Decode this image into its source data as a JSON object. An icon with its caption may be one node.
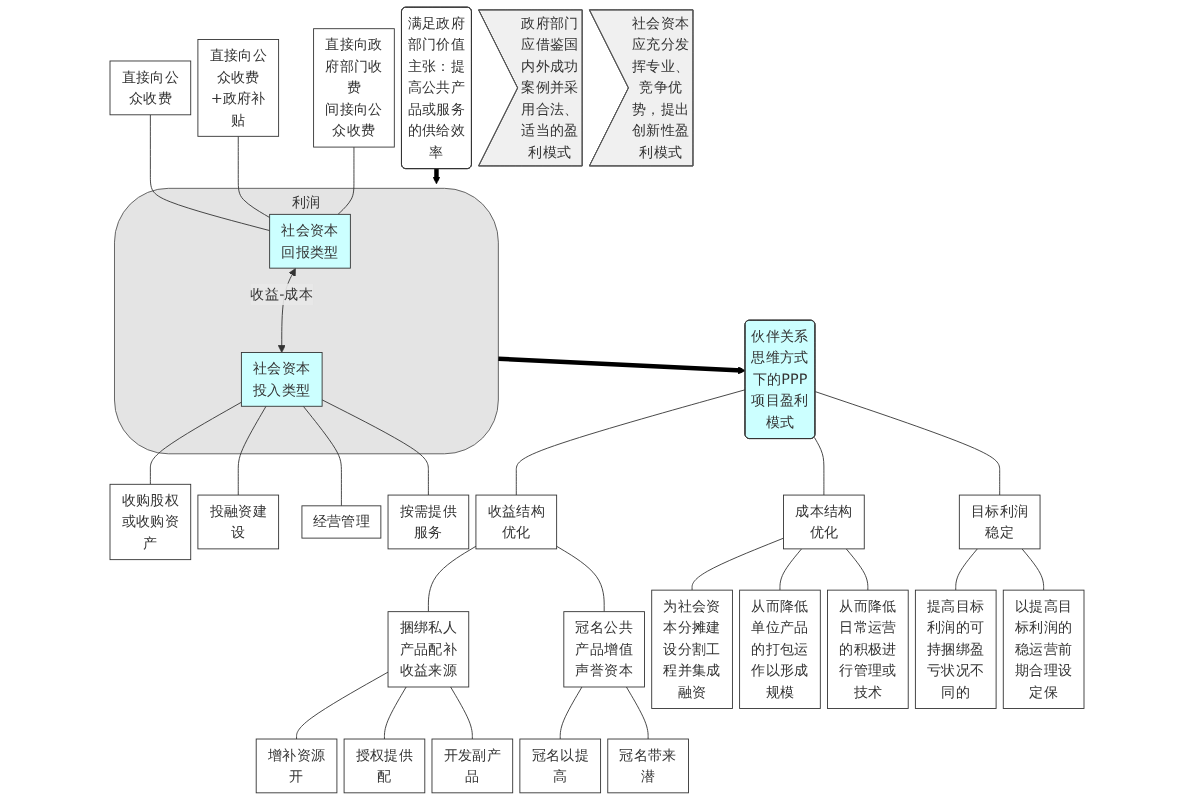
{
  "diagram": {
    "nodes": [
      {
        "text": [
          "满足政府部门价值主张：提高公共产品或服务的供给效率"
        ]
      },
      {
        "text": [
          "利润"
        ]
      },
      {
        "text": [
          "社会资本回报类型"
        ],
        "in": 1
      },
      {
        "text": [
          "社会资本投入类型"
        ],
        "in": 1
      },
      {
        "text": [
          "直接向公众收费"
        ]
      },
      {
        "text": [
          "直接向公众收费+政府补贴"
        ]
      },
      {
        "text": [
          "直接向政府部门收费",
          "间接向公众收费"
        ]
      },
      {
        "text": [
          "收购股权或收购资产"
        ]
      },
      {
        "text": [
          "投融资建设"
        ]
      },
      {
        "text": [
          "经营管理"
        ]
      },
      {
        "text": [
          "按需提供服务"
        ]
      },
      {
        "text": [
          "伙伴关系思维方式下的PPP项目盈利模式"
        ]
      },
      {
        "text": [
          "政府部门应借鉴国内外成功案例并采用合法、适当的盈利模式"
        ]
      },
      {
        "text": [
          "社会资本应充分发挥专业、竞争优势，提出创新性盈利模式"
        ]
      },
      {
        "text": [
          "收益结构优化"
        ]
      },
      {
        "text": [
          "成本结构优化"
        ]
      },
      {
        "text": [
          "目标利润稳定"
        ]
      },
      {
        "text": [
          "捆绑私人产品配补收益来源"
        ]
      },
      {
        "text": [
          "冠名公共产品增值声誉资本"
        ]
      },
      {
        "text": [
          "增补资源开"
        ]
      },
      {
        "text": [
          "授权提供配"
        ]
      },
      {
        "text": [
          "开发副产品"
        ]
      },
      {
        "text": [
          "冠名以提高"
        ]
      },
      {
        "text": [
          "冠名带来潜"
        ]
      },
      {
        "text": [
          "为社会资本分摊建设分割工程并集成融资"
        ]
      },
      {
        "text": [
          "从而降低单位产品的打包运作以形成规模"
        ]
      },
      {
        "text": [
          "从而降低日常运营的积极进行管理或技术"
        ]
      },
      {
        "text": [
          "提高目标利润的可持捆绑盈亏状况不同的"
        ]
      },
      {
        "text": [
          "以提高目标利润的稳运营前期合理设定保"
        ]
      }
    ],
    "edges": [
      {
        "from": 0,
        "to": 1,
        "arrow": "to",
        "style": "thick"
      },
      {
        "from": 4,
        "to": 2,
        "arrow": "none"
      },
      {
        "from": 5,
        "to": 2,
        "arrow": "none"
      },
      {
        "from": 6,
        "to": 2,
        "arrow": "none"
      },
      {
        "from": 2,
        "to": 3,
        "arrow": "both",
        "label": "收益-成本"
      },
      {
        "from": 3,
        "to": 7,
        "arrow": "none"
      },
      {
        "from": 3,
        "to": 8,
        "arrow": "none"
      },
      {
        "from": 3,
        "to": 9,
        "arrow": "none"
      },
      {
        "from": 3,
        "to": 10,
        "arrow": "none"
      },
      {
        "from": 1,
        "to": 11,
        "arrow": "to",
        "style": "thick"
      },
      {
        "from": 11,
        "to": 14,
        "arrow": "none"
      },
      {
        "from": 11,
        "to": 15,
        "arrow": "none"
      },
      {
        "from": 11,
        "to": 16,
        "arrow": "none"
      },
      {
        "from": 14,
        "to": 17,
        "arrow": "none"
      },
      {
        "from": 14,
        "to": 18,
        "arrow": "none"
      },
      {
        "from": 17,
        "to": 19,
        "arrow": "none"
      },
      {
        "from": 17,
        "to": 20,
        "arrow": "none"
      },
      {
        "from": 17,
        "to": 21,
        "arrow": "none"
      },
      {
        "from": 18,
        "to": 22,
        "arrow": "none"
      },
      {
        "from": 18,
        "to": 23,
        "arrow": "none"
      },
      {
        "from": 15,
        "to": 24,
        "arrow": "none"
      },
      {
        "from": 15,
        "to": 25,
        "arrow": "none"
      },
      {
        "from": 15,
        "to": 26,
        "arrow": "none"
      },
      {
        "from": 16,
        "to": 27,
        "arrow": "none"
      },
      {
        "from": 16,
        "to": 28,
        "arrow": "none"
      }
    ]
  }
}
